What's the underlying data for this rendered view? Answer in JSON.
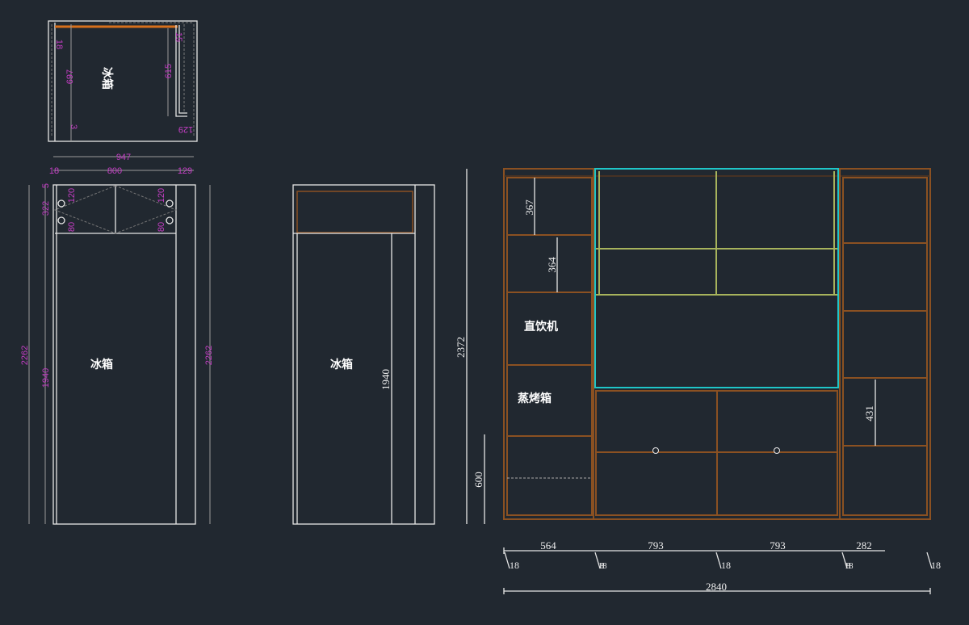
{
  "plan_view": {
    "label": "冰箱",
    "dims": {
      "depth_left": "697",
      "depth_right": "615",
      "side_left": "18",
      "side_right": "15",
      "back_right": "129",
      "small": "3",
      "total_width": "947",
      "left_panel": "18",
      "inner_width": "800",
      "right_panel": "129"
    }
  },
  "front_elevation_left": {
    "label": "冰箱",
    "dims": {
      "height_left": "2262",
      "height_inner": "1940",
      "top_box": "322",
      "top_gap": "5",
      "upper_left": "120",
      "upper_right": "120",
      "lower_left": "80",
      "lower_right": "80",
      "height_right": "2262"
    }
  },
  "front_elevation_middle": {
    "label": "冰箱",
    "dims": {
      "height": "1940"
    }
  },
  "cabinet_elevation": {
    "labels": {
      "water_dispenser": "直饮机",
      "steam_oven": "蒸烤箱"
    },
    "dims": {
      "total_height": "2372",
      "shelf1": "367",
      "shelf2": "364",
      "base": "600",
      "right_shelf": "431",
      "w1": "564",
      "w2": "793",
      "w3": "793",
      "w4": "282",
      "p1": "18",
      "p2": "18 18",
      "p3": "18",
      "p4": "18 18",
      "p5": "18",
      "total_width": "2840"
    }
  },
  "colors": {
    "background": "#212830",
    "cabinet": "#8b5122",
    "highlight": "#1fc6c8",
    "frame": "#a7b35c",
    "dimension_text": "#c43ec4"
  }
}
